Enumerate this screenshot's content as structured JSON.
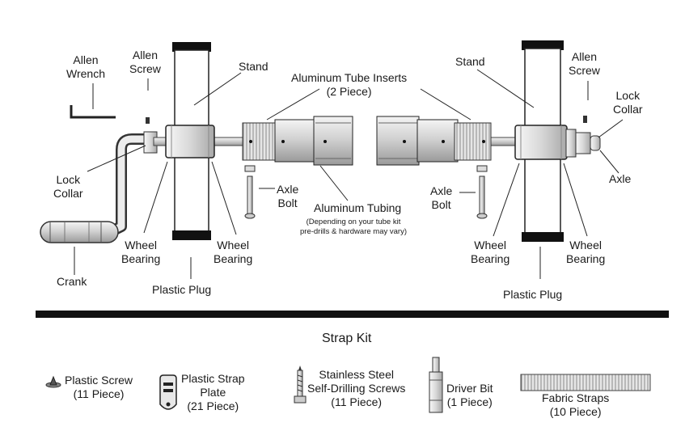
{
  "labels": {
    "allen_wrench": [
      "Allen",
      "Wrench"
    ],
    "allen_screw_left": [
      "Allen",
      "Screw"
    ],
    "stand_left": "Stand",
    "tube_inserts": [
      "Aluminum Tube Inserts",
      "(2 Piece)"
    ],
    "stand_right": "Stand",
    "allen_screw_right": [
      "Allen",
      "Screw"
    ],
    "lock_collar_right": [
      "Lock",
      "Collar"
    ],
    "lock_collar_left": [
      "Lock",
      "Collar"
    ],
    "axle_bolt_left": [
      "Axle",
      "Bolt"
    ],
    "aluminum_tubing": "Aluminum Tubing",
    "tubing_note": [
      "(Depending on your tube kit",
      "pre-drills & hardware may vary)"
    ],
    "axle_bolt_right": [
      "Axle",
      "Bolt"
    ],
    "axle": "Axle",
    "crank": "Crank",
    "wheel_bearing_1": [
      "Wheel",
      "Bearing"
    ],
    "wheel_bearing_2": [
      "Wheel",
      "Bearing"
    ],
    "plastic_plug_left": "Plastic Plug",
    "wheel_bearing_3": [
      "Wheel",
      "Bearing"
    ],
    "wheel_bearing_4": [
      "Wheel",
      "Bearing"
    ],
    "plastic_plug_right": "Plastic Plug"
  },
  "strap_kit": {
    "title": "Strap Kit",
    "items": [
      {
        "name": [
          "Plastic Screw",
          "(11 Piece)"
        ],
        "icon": "plastic-screw-icon"
      },
      {
        "name": [
          "Plastic Strap",
          "Plate",
          "(21 Piece)"
        ],
        "icon": "strap-plate-icon"
      },
      {
        "name": [
          "Stainless Steel",
          "Self-Drilling Screws",
          "(11 Piece)"
        ],
        "icon": "self-drilling-screw-icon"
      },
      {
        "name": [
          "Driver Bit",
          "(1 Piece)"
        ],
        "icon": "driver-bit-icon"
      },
      {
        "name": [
          "Fabric Straps",
          "(10 Piece)"
        ],
        "icon": "fabric-straps-icon"
      }
    ]
  }
}
